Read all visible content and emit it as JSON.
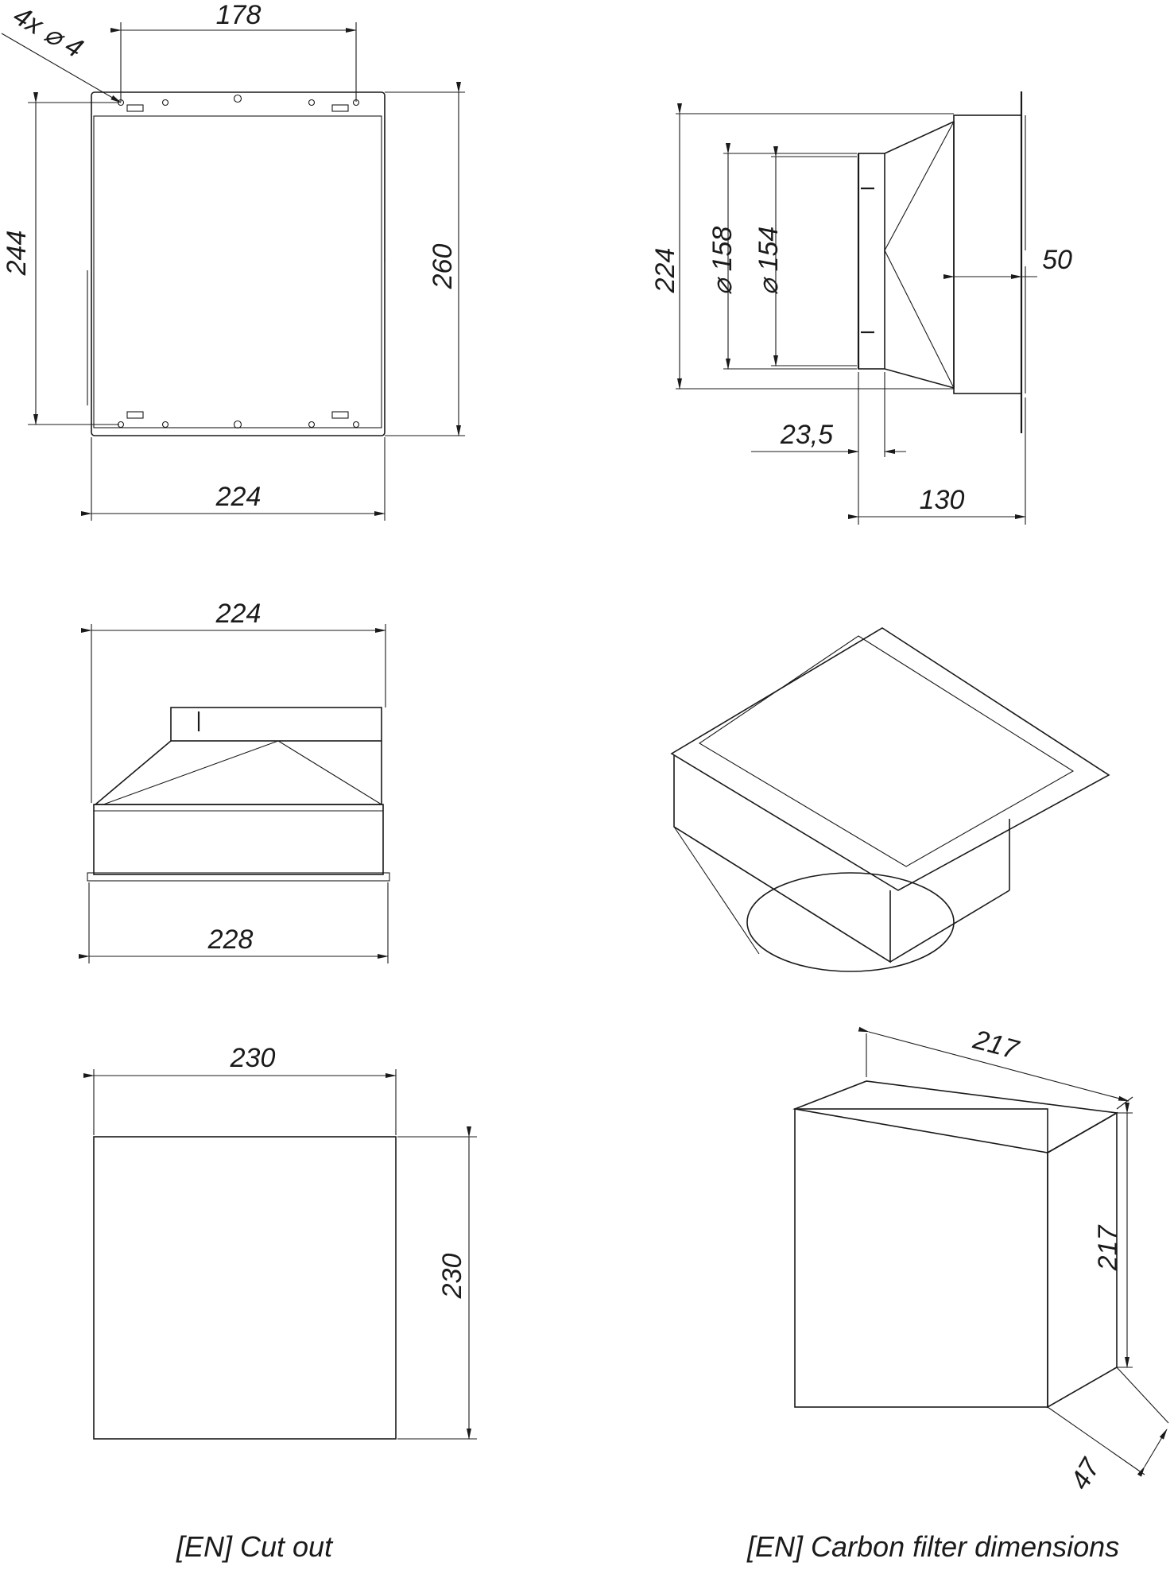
{
  "views": {
    "top_view": {
      "dims": {
        "hole_spacing": "178",
        "holes": "4x ⌀ 4",
        "inner_height": "244",
        "outer_height": "260",
        "width": "224"
      }
    },
    "side_view": {
      "dims": {
        "height": "224",
        "dia_outer": "⌀ 158",
        "dia_inner": "⌀ 154",
        "flange": "50",
        "collar": "23,5",
        "depth": "130"
      }
    },
    "front_view": {
      "dims": {
        "top_width": "224",
        "bottom_width": "228"
      }
    },
    "cutout": {
      "dims": {
        "width": "230",
        "height": "230"
      },
      "caption": "[EN] Cut out"
    },
    "carbon_filter": {
      "dims": {
        "length": "217",
        "height": "217",
        "depth": "47"
      },
      "caption": "[EN] Carbon filter dimensions"
    }
  }
}
